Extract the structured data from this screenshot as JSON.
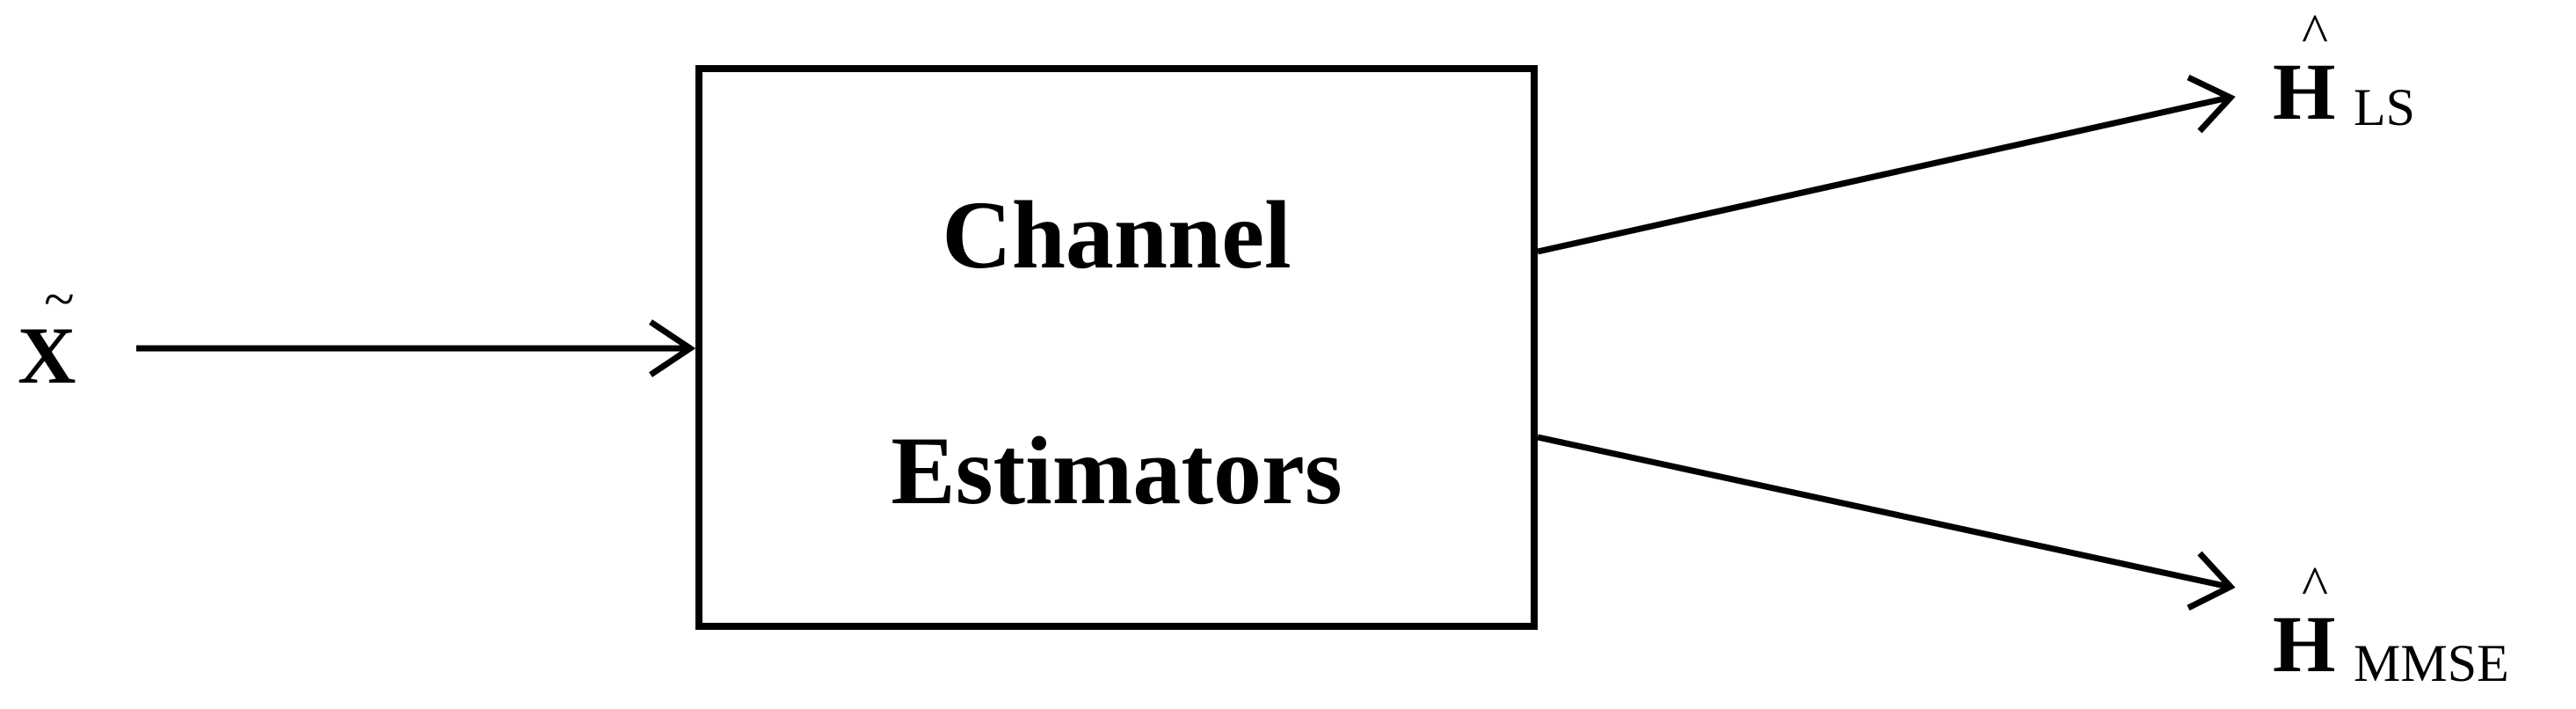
{
  "diagram": {
    "block": {
      "line1": "Channel",
      "line2": "Estimators"
    },
    "input": {
      "symbol": "X",
      "accent": "~"
    },
    "outputs": [
      {
        "symbol": "H",
        "accent": "^",
        "subscript": "LS"
      },
      {
        "symbol": "H",
        "accent": "^",
        "subscript": "MMSE"
      }
    ]
  }
}
